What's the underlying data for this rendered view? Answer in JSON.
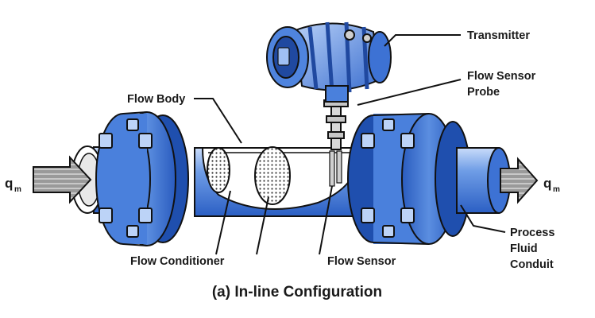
{
  "labels": {
    "transmitter": "Transmitter",
    "flow_sensor_probe_line1": "Flow Sensor",
    "flow_sensor_probe_line2": "Probe",
    "flow_body": "Flow Body",
    "flow_conditioner": "Flow Conditioner",
    "flow_sensor": "Flow Sensor",
    "process_fluid_line1": "Process",
    "process_fluid_line2": "Fluid",
    "process_fluid_line3": "Conduit",
    "q_inlet": "q",
    "q_inlet_sub": "m",
    "q_outlet": "q",
    "q_outlet_sub": "m"
  },
  "caption": "(a) In-line Configuration",
  "colors": {
    "pipe_blue": "#3f78d8",
    "pipe_light": "#9fc0f2",
    "flange_dark": "#2a5cbf",
    "outline": "#111111",
    "arrow_gray": "#8a8a8a"
  }
}
